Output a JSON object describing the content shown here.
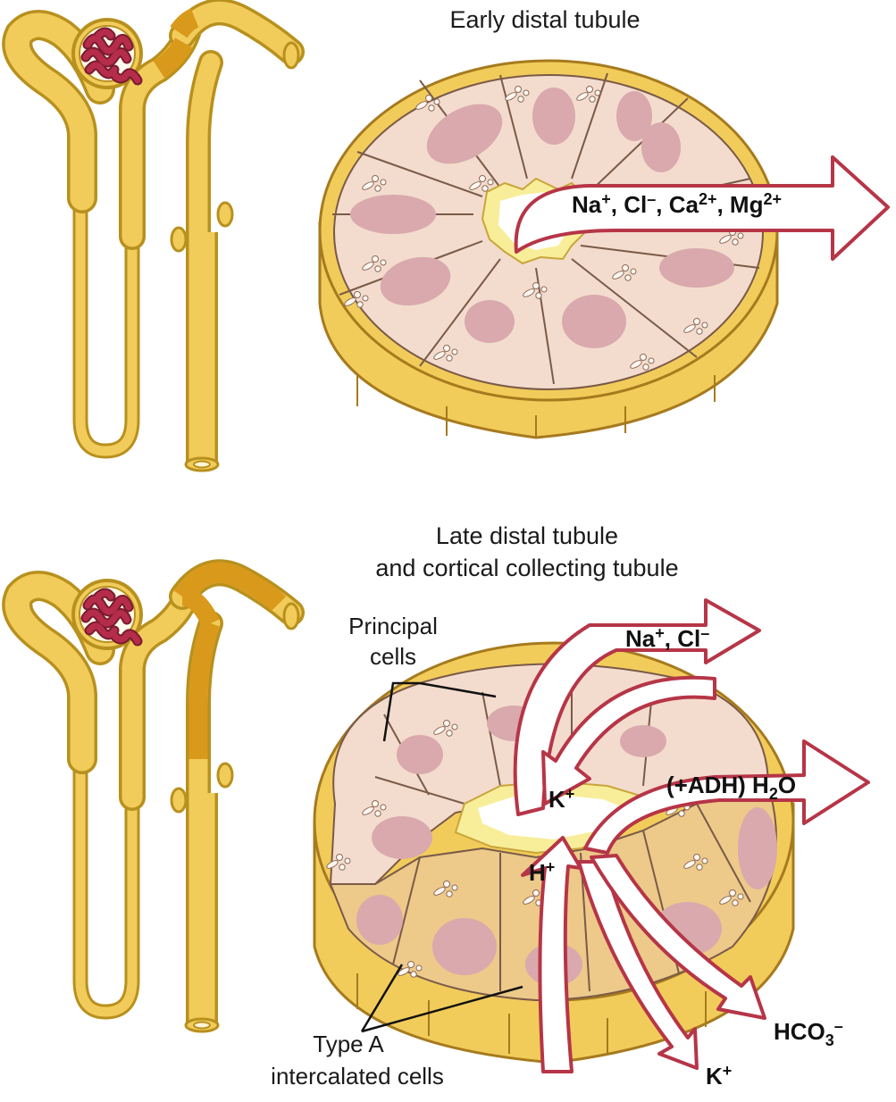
{
  "colors": {
    "tubule": "#f2cc5a",
    "tubule_stroke": "#b8901e",
    "highlight_segment": "#d9991b",
    "glomerulus": "#b52d4a",
    "cell_pale": "#f3dccd",
    "cell_intercalated": "#edc98a",
    "nucleus": "#d9a9ad",
    "arrow_stroke": "#b63547",
    "wall": "#f2cc5a"
  },
  "panel_top": {
    "title": "Early distal tubule",
    "ions": {
      "na": "Na",
      "na_sup": "+",
      "cl": "Cl",
      "cl_sup": "–",
      "ca": "Ca",
      "ca_sup": "2+",
      "mg": "Mg",
      "mg_sup": "2+",
      "sep": ", "
    }
  },
  "panel_bottom": {
    "title_line1": "Late distal tubule",
    "title_line2": "and cortical collecting tubule",
    "principal_line1": "Principal",
    "principal_line2": "cells",
    "typea_line1": "Type A",
    "typea_line2": "intercalated cells",
    "ions": {
      "nacl_na": "Na",
      "nacl_na_sup": "+",
      "nacl_cl": "Cl",
      "nacl_cl_sup": "–",
      "k_secreted": "K",
      "k_secreted_sup": "+",
      "adh": "(+ADH) H",
      "adh_sub": "2",
      "adh_o": "O",
      "h": "H",
      "h_sup": "+",
      "hco3": "HCO",
      "hco3_sub": "3",
      "hco3_sup": "–",
      "k_absorbed": "K",
      "k_absorbed_sup": "+"
    }
  }
}
